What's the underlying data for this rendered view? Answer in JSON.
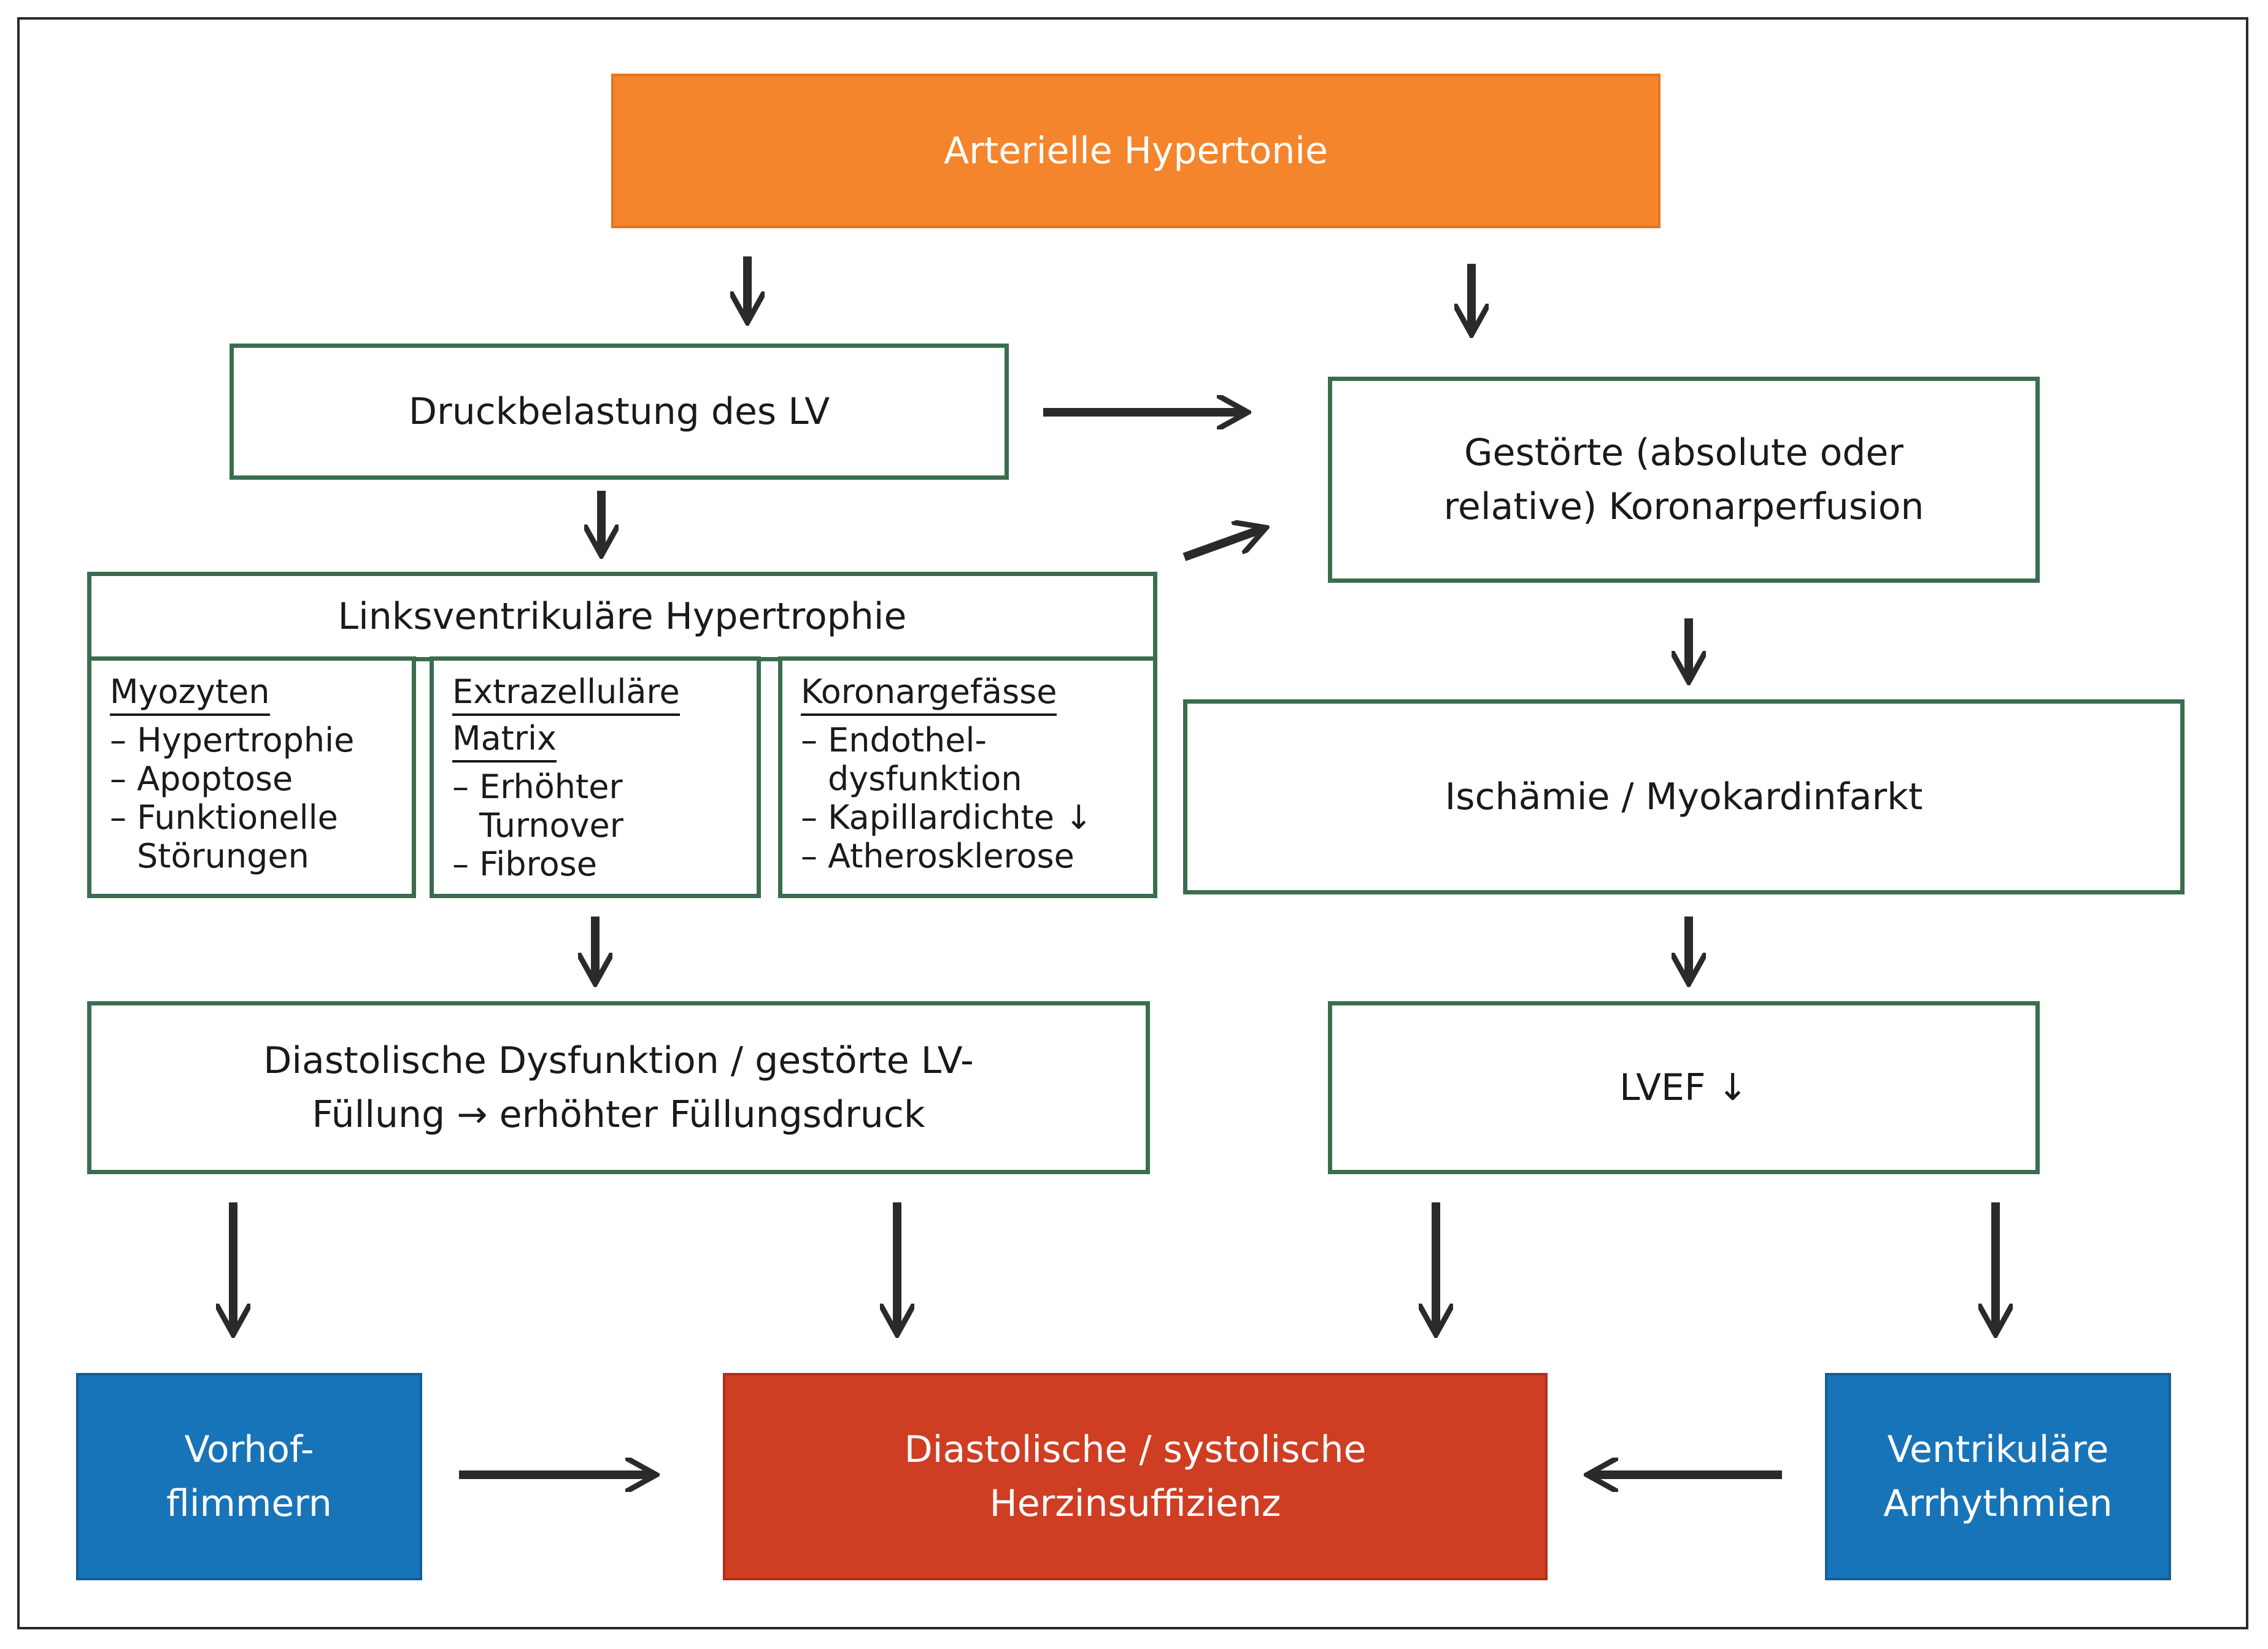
{
  "colors": {
    "hypertension": "#f4852c",
    "green_border": "#3a6d4e",
    "blue": "#1874b8",
    "red": "#cf3d22",
    "arrow": "#2a2a2a"
  },
  "nodes": {
    "hypertension": "Arterielle Hypertonie",
    "pressure_load": "Druckbelastung des LV",
    "perfusion": {
      "line1": "Gestörte (absolute oder",
      "line2": "relative) Koronarperfusion"
    },
    "lvh": {
      "title": "Linksventrikuläre Hypertrophie",
      "myozyten": {
        "heading": "Myozyten",
        "items": [
          "– Hypertrophie",
          "– Apoptose",
          "– Funktionelle",
          "Störungen"
        ]
      },
      "matrix": {
        "heading_line1": "Extrazelluläre",
        "heading_line2": "Matrix",
        "items": [
          "– Erhöhter",
          "Turnover",
          "– Fibrose"
        ]
      },
      "koronar": {
        "heading": "Koronargefässe",
        "items": [
          "– Endothel-",
          "dysfunktion",
          "– Kapillardichte ↓",
          "– Atherosklerose"
        ]
      }
    },
    "ischemia": "Ischämie / Myokardinfarkt",
    "diastolic_dysfunction": {
      "line1": "Diastolische Dysfunktion / gestörte LV-",
      "line2": "Füllung → erhöhter Füllungsdruck"
    },
    "lvef": "LVEF ↓",
    "vorhof": {
      "line1": "Vorhof-",
      "line2": "flimmern"
    },
    "herzinsuffizienz": {
      "line1": "Diastolische / systolische",
      "line2": "Herzinsuffizienz"
    },
    "ventrikulaer": {
      "line1": "Ventrikuläre",
      "line2": "Arrhythmien"
    }
  }
}
